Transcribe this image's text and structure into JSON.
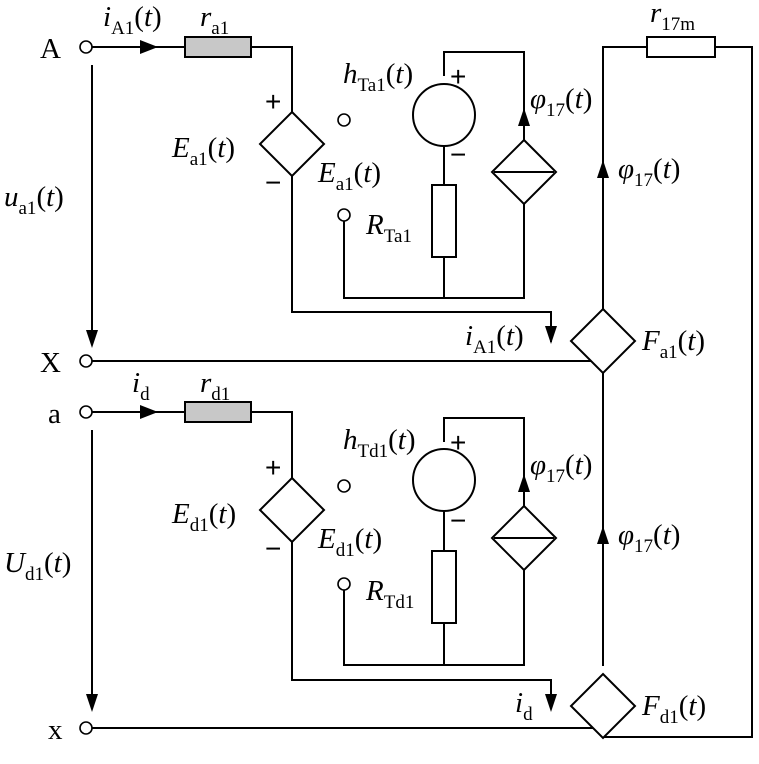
{
  "terminals": {
    "A": "A",
    "X": "X",
    "a": "a",
    "x": "x"
  },
  "labels": {
    "i_A1_top": {
      "sym": "i",
      "sub": "A1",
      "arg": "(t)"
    },
    "r_a1": {
      "sym": "r",
      "sub": "a1",
      "arg": ""
    },
    "r_17m": {
      "sym": "r",
      "sub": "17m",
      "arg": ""
    },
    "h_Ta1": {
      "sym": "h",
      "sub": "Ta1",
      "arg": "(t)"
    },
    "phi17_top_src": {
      "sym": "φ",
      "sub": "17",
      "arg": "(t)"
    },
    "phi17_top_right": {
      "sym": "φ",
      "sub": "17",
      "arg": "(t)"
    },
    "E_a1_left": {
      "sym": "E",
      "sub": "a1",
      "arg": "(t)"
    },
    "E_a1_mid": {
      "sym": "E",
      "sub": "a1",
      "arg": "(t)"
    },
    "u_a1": {
      "sym": "u",
      "sub": "a1",
      "arg": "(t)"
    },
    "R_Ta1": {
      "sym": "R",
      "sub": "Ta1",
      "arg": ""
    },
    "i_A1_bottom": {
      "sym": "i",
      "sub": "A1",
      "arg": "(t)"
    },
    "F_a1": {
      "sym": "F",
      "sub": "a1",
      "arg": "(t)"
    },
    "i_d_top": {
      "sym": "i",
      "sub": "d",
      "arg": ""
    },
    "r_d1": {
      "sym": "r",
      "sub": "d1",
      "arg": ""
    },
    "h_Td1": {
      "sym": "h",
      "sub": "Td1",
      "arg": "(t)"
    },
    "phi17_bot_src": {
      "sym": "φ",
      "sub": "17",
      "arg": "(t)"
    },
    "phi17_bot_right": {
      "sym": "φ",
      "sub": "17",
      "arg": "(t)"
    },
    "E_d1_left": {
      "sym": "E",
      "sub": "d1",
      "arg": "(t)"
    },
    "E_d1_mid": {
      "sym": "E",
      "sub": "d1",
      "arg": "(t)"
    },
    "U_d1": {
      "sym": "U",
      "sub": "d1",
      "arg": "(t)"
    },
    "R_Td1": {
      "sym": "R",
      "sub": "Td1",
      "arg": ""
    },
    "i_d_bottom": {
      "sym": "i",
      "sub": "d",
      "arg": ""
    },
    "F_d1": {
      "sym": "F",
      "sub": "d1",
      "arg": "(t)"
    }
  },
  "signs": {
    "plus": "+",
    "minus": "−"
  }
}
